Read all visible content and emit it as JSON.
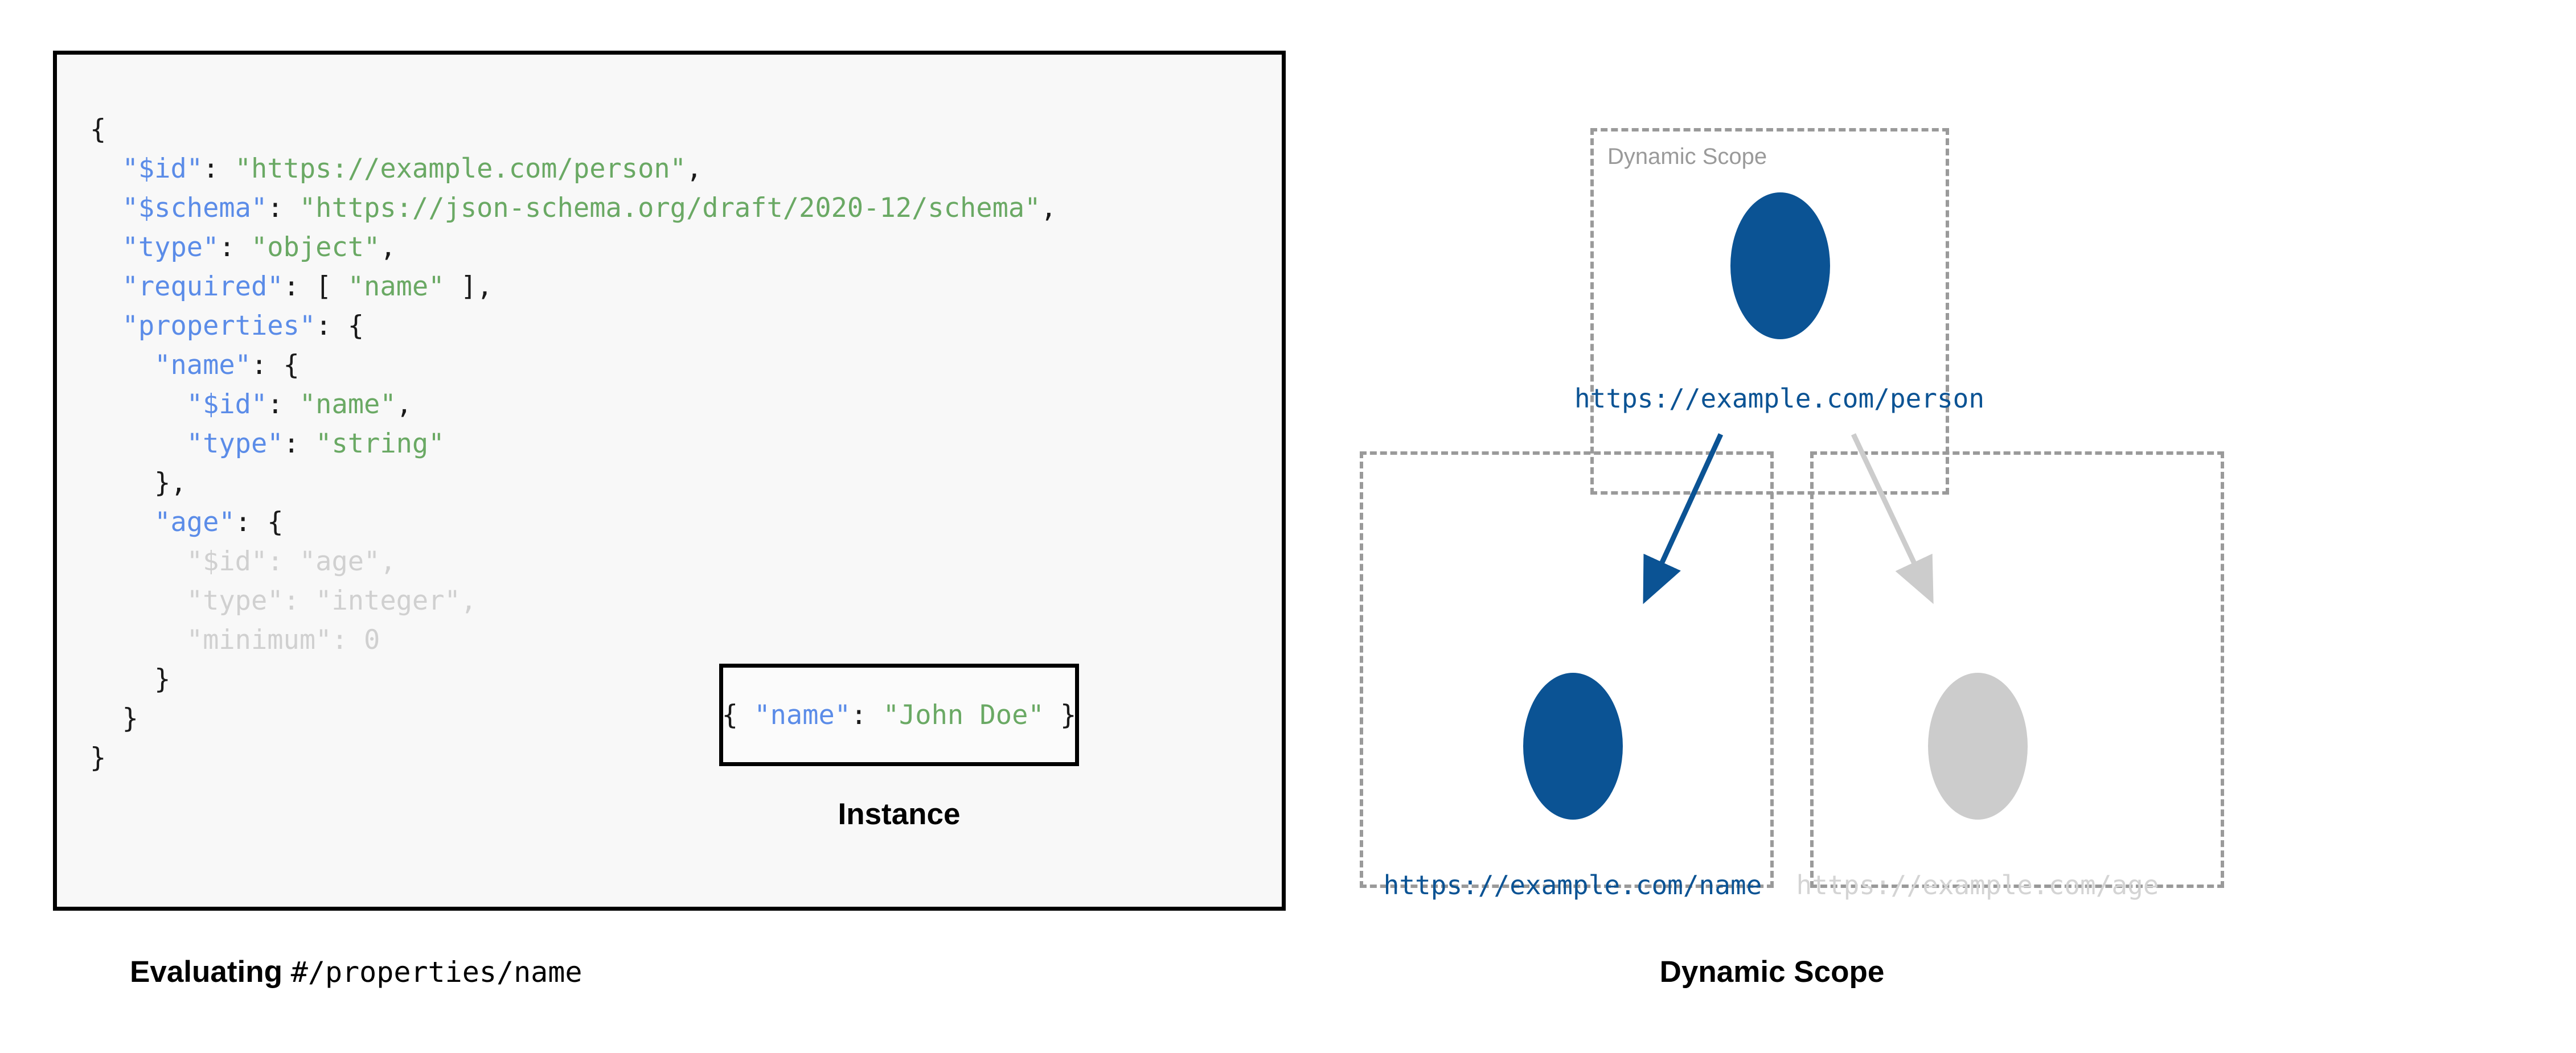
{
  "left_panel": {
    "code_lines": [
      [
        {
          "t": "{",
          "c": "p"
        }
      ],
      [
        {
          "t": "  ",
          "c": "p"
        },
        {
          "t": "\"$id\"",
          "c": "k"
        },
        {
          "t": ": ",
          "c": "p"
        },
        {
          "t": "\"https://example.com/person\"",
          "c": "s"
        },
        {
          "t": ",",
          "c": "p"
        }
      ],
      [
        {
          "t": "  ",
          "c": "p"
        },
        {
          "t": "\"$schema\"",
          "c": "k"
        },
        {
          "t": ": ",
          "c": "p"
        },
        {
          "t": "\"https://json-schema.org/draft/2020-12/schema\"",
          "c": "s"
        },
        {
          "t": ",",
          "c": "p"
        }
      ],
      [
        {
          "t": "  ",
          "c": "p"
        },
        {
          "t": "\"type\"",
          "c": "k"
        },
        {
          "t": ": ",
          "c": "p"
        },
        {
          "t": "\"object\"",
          "c": "s"
        },
        {
          "t": ",",
          "c": "p"
        }
      ],
      [
        {
          "t": "  ",
          "c": "p"
        },
        {
          "t": "\"required\"",
          "c": "k"
        },
        {
          "t": ": [ ",
          "c": "p"
        },
        {
          "t": "\"name\"",
          "c": "s"
        },
        {
          "t": " ],",
          "c": "p"
        }
      ],
      [
        {
          "t": "  ",
          "c": "p"
        },
        {
          "t": "\"properties\"",
          "c": "k"
        },
        {
          "t": ": {",
          "c": "p"
        }
      ],
      [
        {
          "t": "    ",
          "c": "p"
        },
        {
          "t": "\"name\"",
          "c": "k"
        },
        {
          "t": ": {",
          "c": "p"
        }
      ],
      [
        {
          "t": "      ",
          "c": "p"
        },
        {
          "t": "\"$id\"",
          "c": "k"
        },
        {
          "t": ": ",
          "c": "p"
        },
        {
          "t": "\"name\"",
          "c": "s"
        },
        {
          "t": ",",
          "c": "p"
        }
      ],
      [
        {
          "t": "      ",
          "c": "p"
        },
        {
          "t": "\"type\"",
          "c": "k"
        },
        {
          "t": ": ",
          "c": "p"
        },
        {
          "t": "\"string\"",
          "c": "s"
        }
      ],
      [
        {
          "t": "    },",
          "c": "p"
        }
      ],
      [
        {
          "t": "    ",
          "c": "p"
        },
        {
          "t": "\"age\"",
          "c": "k"
        },
        {
          "t": ": {",
          "c": "p"
        }
      ],
      [
        {
          "t": "      ",
          "c": "p"
        },
        {
          "t": "\"$id\"",
          "c": "dim-k"
        },
        {
          "t": ": ",
          "c": "dim-p"
        },
        {
          "t": "\"age\"",
          "c": "dim-s"
        },
        {
          "t": ",",
          "c": "dim-p"
        }
      ],
      [
        {
          "t": "      ",
          "c": "p"
        },
        {
          "t": "\"type\"",
          "c": "dim-k"
        },
        {
          "t": ": ",
          "c": "dim-p"
        },
        {
          "t": "\"integer\"",
          "c": "dim-s"
        },
        {
          "t": ",",
          "c": "dim-p"
        }
      ],
      [
        {
          "t": "      ",
          "c": "p"
        },
        {
          "t": "\"minimum\"",
          "c": "dim-k"
        },
        {
          "t": ": ",
          "c": "dim-p"
        },
        {
          "t": "0",
          "c": "dim-n"
        }
      ],
      [
        {
          "t": "    }",
          "c": "p"
        }
      ],
      [
        {
          "t": "  }",
          "c": "p"
        }
      ],
      [
        {
          "t": "}",
          "c": "p"
        }
      ]
    ],
    "instance": {
      "code_tokens": [
        {
          "t": "{ ",
          "c": "p"
        },
        {
          "t": "\"name\"",
          "c": "k"
        },
        {
          "t": ": ",
          "c": "p"
        },
        {
          "t": "\"John Doe\"",
          "c": "s"
        },
        {
          "t": " }",
          "c": "p"
        }
      ],
      "caption": "Instance"
    },
    "caption_bold": "Evaluating ",
    "caption_mono": "#/properties/name"
  },
  "diagram": {
    "caption": "Dynamic Scope",
    "scope_label_root": "Dynamic Scope",
    "nodes": [
      {
        "id": "person",
        "label": "https://example.com/person",
        "state": "active"
      },
      {
        "id": "name",
        "label": "https://example.com/name",
        "state": "active"
      },
      {
        "id": "age",
        "label": "https://example.com/age",
        "state": "faded"
      }
    ],
    "edges": [
      {
        "from": "person",
        "to": "name",
        "state": "active"
      },
      {
        "from": "person",
        "to": "age",
        "state": "faded"
      }
    ]
  },
  "colors": {
    "accent_blue": "#0b5394",
    "faded_gray": "#cccccc",
    "dashed_border": "#9a9a9a",
    "code_key": "#5b8ce8",
    "code_string": "#6aa964",
    "panel_bg": "#f8f8f8"
  }
}
